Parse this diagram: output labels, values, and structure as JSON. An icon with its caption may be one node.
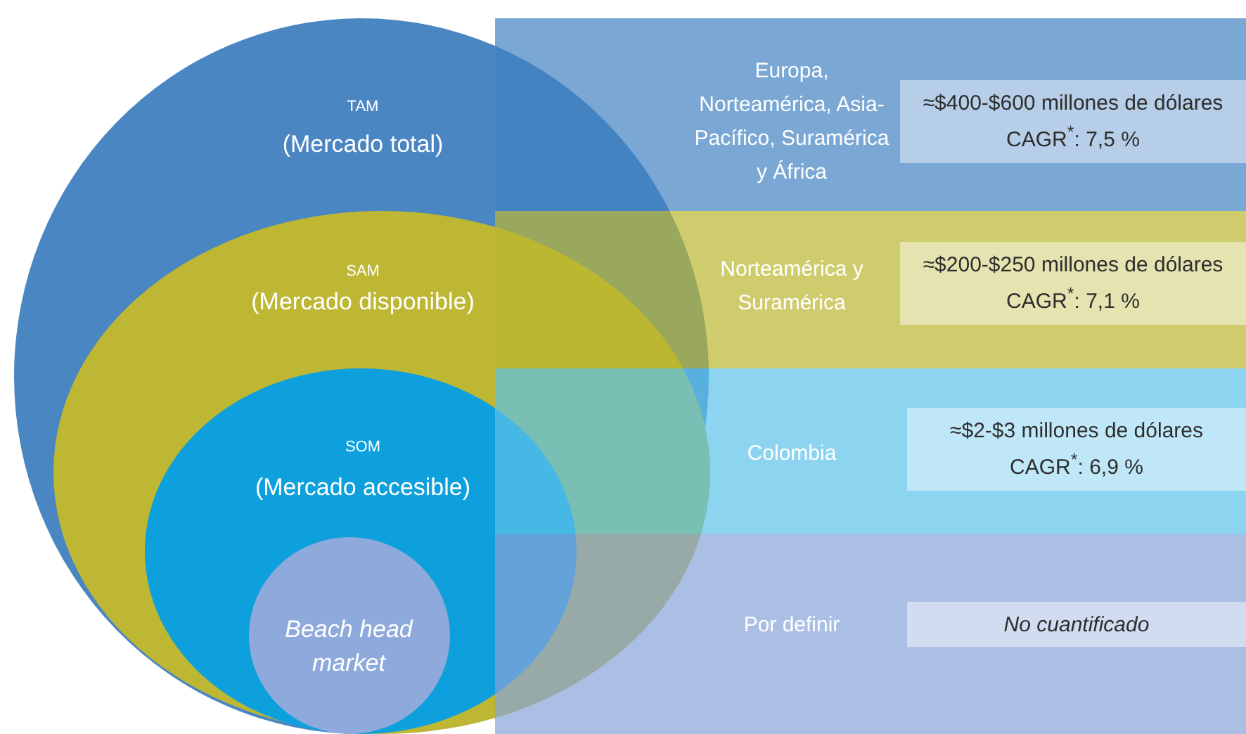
{
  "diagram": {
    "nodes": [
      {
        "text": [
          "TAM",
          "(Mercado total)"
        ]
      },
      {
        "text": [
          "SAM",
          "(Mercado disponible)"
        ],
        "in": 0
      },
      {
        "text": [
          "SOM",
          "(Mercado accesible)"
        ],
        "in": 1
      },
      {
        "text": [
          "Beach head market"
        ],
        "in": 2
      },
      {
        "text": [
          "Europa, Norteamérica, Asia-Pacífico, Suramérica y África"
        ]
      },
      {
        "text": [
          "≈$400-$600 millones de dólares",
          "CAGR$^{*}$: 7,5 %"
        ],
        "in": 4
      },
      {
        "text": [
          "Norteamérica y Suramérica"
        ]
      },
      {
        "text": [
          "≈$200-$250 millones de dólares",
          "CAGR$^{*}$: 7,1 %"
        ],
        "in": 6
      },
      {
        "text": [
          "Colombia"
        ]
      },
      {
        "text": [
          "≈$2-$3 millones de dólares",
          "CAGR$^{*}$: 6,9 %"
        ],
        "in": 8
      },
      {
        "text": [
          "Por definir"
        ]
      },
      {
        "text": [
          "No cuantificado"
        ],
        "in": 10
      }
    ]
  }
}
